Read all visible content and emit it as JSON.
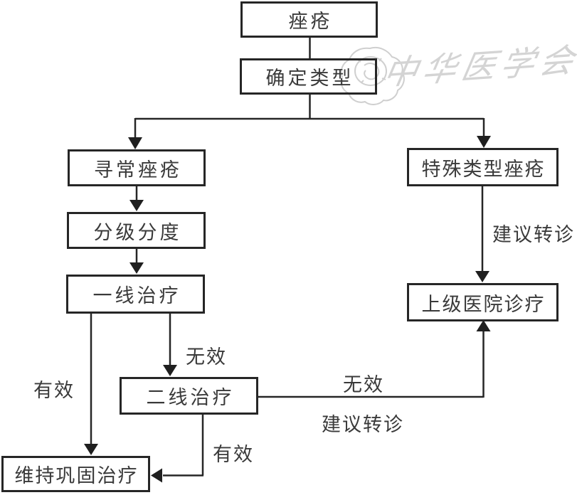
{
  "watermark": {
    "text": "中华医学会",
    "seal_icon": "seal-scribble-icon"
  },
  "nodes": {
    "acne": "痤疮",
    "determine_type": "确定类型",
    "common_acne": "寻常痤疮",
    "grading": "分级分度",
    "first_line": "一线治疗",
    "second_line": "二线治疗",
    "maintenance": "维持巩固治疗",
    "special_acne": "特殊类型痤疮",
    "higher_hospital": "上级医院诊疗"
  },
  "edge_labels": {
    "first_to_maintenance": "有效",
    "first_to_second": "无效",
    "second_to_maintenance": "有效",
    "second_to_hospital_line1": "无效",
    "second_to_hospital_line2": "建议转诊",
    "special_to_hospital": "建议转诊"
  },
  "edges": [
    {
      "from": "acne",
      "to": "determine_type",
      "label": ""
    },
    {
      "from": "determine_type",
      "to": "common_acne",
      "label": ""
    },
    {
      "from": "determine_type",
      "to": "special_acne",
      "label": ""
    },
    {
      "from": "common_acne",
      "to": "grading",
      "label": ""
    },
    {
      "from": "grading",
      "to": "first_line",
      "label": ""
    },
    {
      "from": "first_line",
      "to": "maintenance",
      "label": "有效"
    },
    {
      "from": "first_line",
      "to": "second_line",
      "label": "无效"
    },
    {
      "from": "second_line",
      "to": "maintenance",
      "label": "有效"
    },
    {
      "from": "second_line",
      "to": "higher_hospital",
      "label": "无效 建议转诊"
    },
    {
      "from": "special_acne",
      "to": "higher_hospital",
      "label": "建议转诊"
    }
  ],
  "colors": {
    "line": "#262626",
    "text": "#3a3a3a",
    "watermark": "#d4d4d4",
    "background": "#ffffff"
  }
}
